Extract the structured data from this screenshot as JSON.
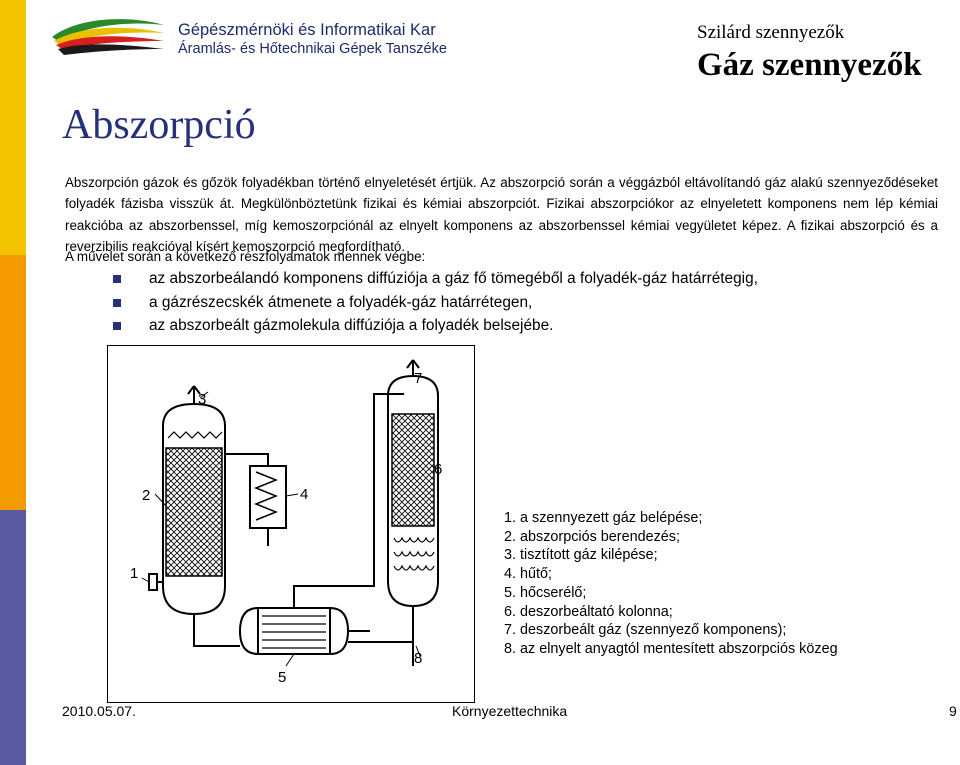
{
  "header": {
    "faculty_line1": "Gépészmérnöki és Informatikai Kar",
    "faculty_line2": "Áramlás- és Hőtechnikai Gépek Tanszéke",
    "topic_small": "Szilárd szennyezők",
    "topic_big": "Gáz szennyezők"
  },
  "title": "Abszorpció",
  "paragraph": "Abszorpción gázok és gőzök folyadékban történő elnyeletését értjük. Az abszorpció során a véggázból eltávolítandó gáz alakú szennyeződéseket folyadék fázisba visszük át. Megkülönböztetünk fizikai és kémiai abszorpciót. Fizikai abszorpciókor az elnyeletett komponens nem lép kémiai reakcióba az abszorbenssel, míg kemoszorpciónál az elnyelt komponens az abszorbenssel kémiai vegyületet képez. A fizikai abszorpció és a reverzibilis reakcióval kísért kemoszorpció megfordítható.",
  "lead": "A művelet során a következő részfolyamatok mennek végbe:",
  "steps": [
    "az abszorbeálandó komponens diffúziója a gáz fő tömegéből a folyadék-gáz határrétegig,",
    "a gázrészecskék átmenete a folyadék-gáz határrétegen,",
    "az abszorbeált gázmolekula diffúziója a folyadék belsejébe."
  ],
  "diagram_labels": [
    "1",
    "2",
    "3",
    "4",
    "5",
    "6",
    "7",
    "8"
  ],
  "legend": [
    "1. a szennyezett gáz belépése;",
    "2. abszorpciós berendezés;",
    "3. tisztított gáz kilépése;",
    "4. hűtő;",
    "5. hőcserélő;",
    "6. deszorbeáltató kolonna;",
    "7. deszorbeált gáz (szennyező komponens);",
    "8. az elnyelt anyagtól mentesített abszorpciós közeg"
  ],
  "footer": {
    "date": "2010.05.07.",
    "center": "Környezettechnika",
    "page": "9"
  },
  "colors": {
    "bar_yellow": "#f5c400",
    "bar_orange": "#f29a00",
    "bar_blue": "#5a5aa0",
    "title": "#25307a",
    "faculty": "#1f2a6a"
  }
}
